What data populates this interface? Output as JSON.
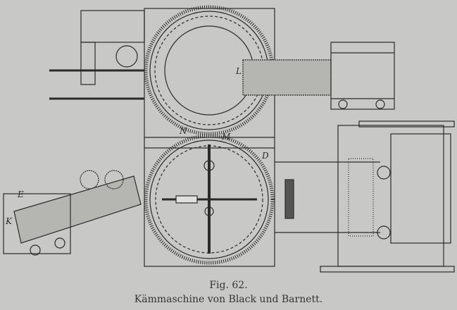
{
  "figure": {
    "number": "Fig. 62.",
    "caption": "Kämmaschine von Black und Barnett.",
    "labels": [
      "M",
      "N",
      "E",
      "D",
      "K",
      "L"
    ]
  },
  "colors": {
    "paper": "#c8c8c6",
    "ink": "#2a2a2a"
  }
}
